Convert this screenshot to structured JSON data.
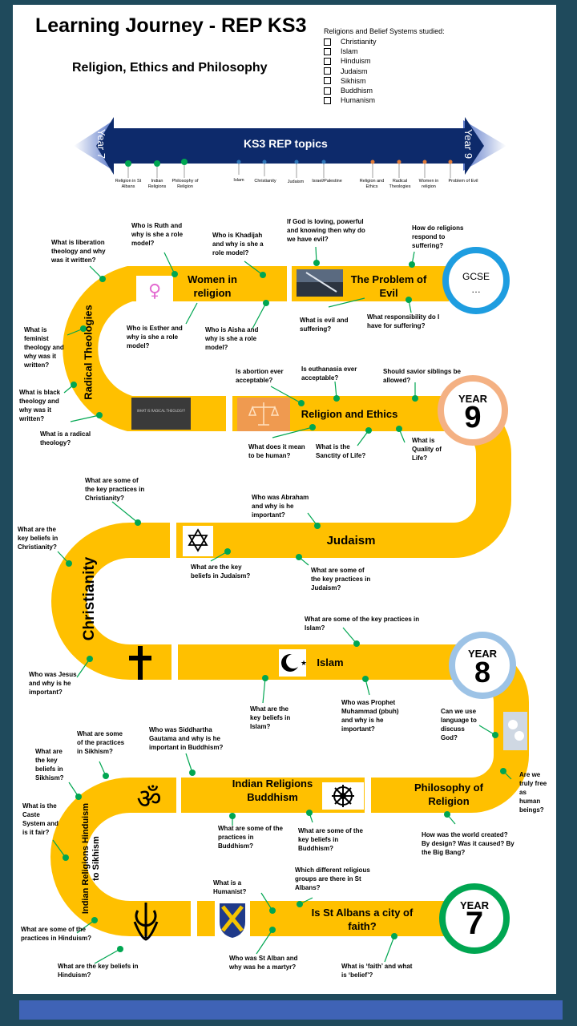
{
  "header": {
    "title": "Learning Journey - REP KS3",
    "subtitle": "Religion, Ethics and Philosophy",
    "religions_heading": "Religions and Belief Systems studied:",
    "religions": [
      "Christianity",
      "Islam",
      "Hinduism",
      "Judaism",
      "Sikhism",
      "Buddhism",
      "Humanism"
    ]
  },
  "timeline": {
    "title": "KS3 REP topics",
    "start": "Year 7",
    "end": "Year 9",
    "topics": [
      "Religion in St Albans",
      "Indian Religions",
      "Philosophy of Religion",
      "Islam",
      "Christianity",
      "Judaism",
      "Israel/Palestine",
      "Religion and Ethics",
      "Radical Theologies",
      "Women in religion",
      "Problem of Evil"
    ],
    "colors": {
      "bar": "#0d2a6b",
      "green": "#00a651",
      "blue": "#2e75b6",
      "orange": "#e07b39"
    }
  },
  "road": {
    "color": "#ffc000",
    "units": {
      "women": "Women in religion",
      "evil": "The Problem of Evil",
      "radical": "Radical Theologies",
      "ethics": "Religion and Ethics",
      "judaism": "Judaism",
      "christianity": "Christianity",
      "islam": "Islam",
      "philosophy": "Philosophy of Religion",
      "indian": "Indian Religions Buddhism",
      "hindu": "Indian Religions Hinduism to Sikhism",
      "stalbans": "Is St Albans a city of faith?"
    },
    "images": {
      "book": "WHAT IS RADICAL THEOLOGY?",
      "venus": "female-symbol-icon",
      "star": "star-of-david-icon",
      "cross": "cross-icon",
      "crescent": "crescent-icon",
      "om": "om-icon",
      "wheel": "dharma-wheel-icon",
      "khanda": "khanda-icon",
      "shield": "st-albans-shield-icon",
      "scales": "scales-icon"
    }
  },
  "milestones": {
    "gcse": "GCSE",
    "gcse_dots": "…",
    "year_word": "YEAR",
    "y9": "9",
    "y8": "8",
    "y7": "7",
    "colors": {
      "gcse": "#1e9de0",
      "y9": "#f4b183",
      "y8": "#9dc3e6",
      "y7": "#00a651"
    }
  },
  "questions": {
    "q01": "What is liberation theology and why was it written?",
    "q02": "Who is Ruth and why is she a role model?",
    "q03": "Who is Khadijah and why is she a role model?",
    "q04": "If God is loving, powerful and knowing then why do we have evil?",
    "q05": "How do religions respond to suffering?",
    "q06": "What is feminist theology and why was it written?",
    "q07": "Who is Esther and why is she a role model?",
    "q08": "Who is Aisha and why is she a role model?",
    "q09": "What is evil and suffering?",
    "q10": "What responsibility do I have for suffering?",
    "q11": "What is black theology and why was it written?",
    "q12": "What is a radical theology?",
    "q13": "Is abortion ever acceptable?",
    "q14": "Is euthanasia ever acceptable?",
    "q15": "Should savior siblings be allowed?",
    "q16": "What does it mean to be human?",
    "q17": "What is the Sanctity of Life?",
    "q18": "What is Quality of Life?",
    "q19": "What are some of the key practices in Christianity?",
    "q20": "What are the key beliefs in Christianity?",
    "q21": "Who was Abraham and why is he important?",
    "q22": "What are the key beliefs in Judaism?",
    "q23": "What are some of the key practices in Judaism?",
    "q24": "What are some of the key practices in Islam?",
    "q25": "Who was Jesus and why is he important?",
    "q26": "What are the key beliefs in Islam?",
    "q27": "Who was Prophet Muhammad (pbuh) and why is he important?",
    "q28": "Can we use language to discuss God?",
    "q29": "What are some of the practices in Sikhism?",
    "q30": "Who was Siddhartha Gautama and why is he important in Buddhism?",
    "q31": "What are the key beliefs in Sikhism?",
    "q32": "Are we truly free as human beings?",
    "q33": "What is the Caste System and is it fair?",
    "q34": "What are some of the practices in Buddhism?",
    "q35": "What are some of the key beliefs in Buddhism?",
    "q36": "How was the world created? By design? Was it caused? By the Big Bang?",
    "q37": "What is a Humanist?",
    "q38": "Which different religious groups are there in St Albans?",
    "q39": "What are some of the practices in Hinduism?",
    "q40": "Who was St Alban and why was he a martyr?",
    "q41": "What is ‘faith’ and what is ‘belief’?",
    "q42": "What are the key beliefs in Hinduism?"
  }
}
